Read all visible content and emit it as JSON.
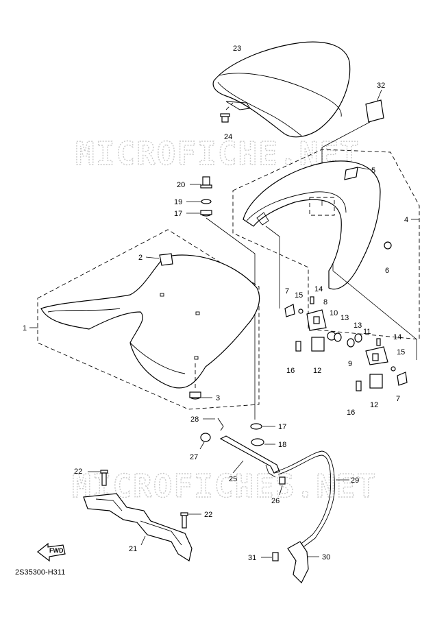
{
  "diagram": {
    "watermark_text": "MICROFICHE.NET",
    "watermark_text_2": "MICROFICHES.NET",
    "drawing_code": "2S35300-H311",
    "forward_label": "FWD",
    "callouts": {
      "c1": "1",
      "c2": "2",
      "c3": "3",
      "c4": "4",
      "c5": "5",
      "c6": "6",
      "c7a": "7",
      "c7b": "7",
      "c8": "8",
      "c9": "9",
      "c10": "10",
      "c11": "11",
      "c12a": "12",
      "c12b": "12",
      "c13a": "13",
      "c13b": "13",
      "c14a": "14",
      "c14b": "14",
      "c15a": "15",
      "c15b": "15",
      "c16a": "16",
      "c16b": "16",
      "c17a": "17",
      "c17b": "17",
      "c18": "18",
      "c19": "19",
      "c20": "20",
      "c21": "21",
      "c22a": "22",
      "c22b": "22",
      "c23": "23",
      "c24": "24",
      "c25": "25",
      "c26": "26",
      "c27": "27",
      "c28": "28",
      "c29": "29",
      "c30": "30",
      "c31": "31",
      "c32": "32"
    }
  }
}
